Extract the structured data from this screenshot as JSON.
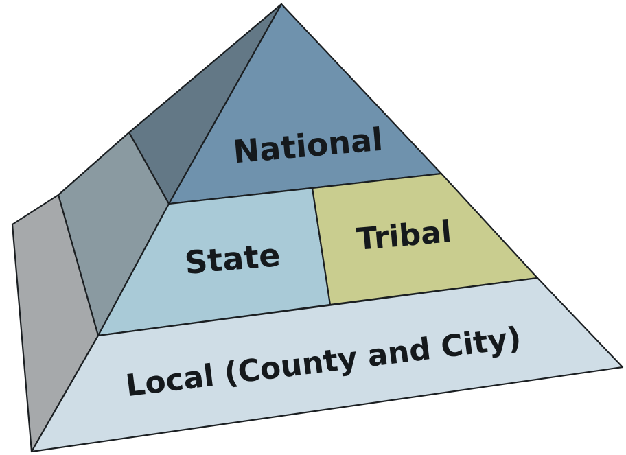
{
  "diagram": {
    "levels": [
      {
        "id": "national",
        "label": "National"
      },
      {
        "id": "state",
        "label": "State"
      },
      {
        "id": "tribal",
        "label": "Tribal"
      },
      {
        "id": "local",
        "label": "Local (County and City)"
      }
    ]
  },
  "colors": {
    "national": "#6f92ad",
    "state": "#a9cad7",
    "tribal": "#c9cd8f",
    "local": "#cfdde6",
    "side_top": "#637886",
    "side_middle": "#8a9aa1",
    "side_bottom": "#a6a9ab",
    "background": "#ffffff"
  }
}
